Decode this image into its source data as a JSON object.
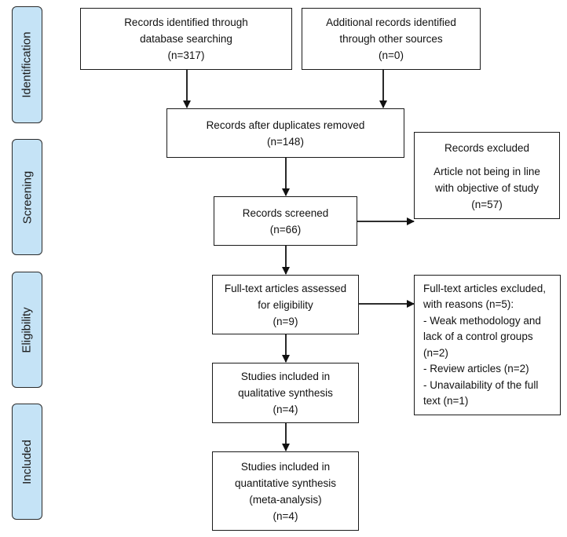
{
  "stages": {
    "identification": "Identification",
    "screening": "Screening",
    "eligibility": "Eligibility",
    "included": "Included"
  },
  "boxes": {
    "database_records": {
      "lines": [
        "Records identified through",
        "database searching",
        "(n=317)"
      ]
    },
    "other_records": {
      "lines": [
        "Additional records identified",
        "through other sources",
        "(n=0)"
      ]
    },
    "deduplicated": {
      "lines": [
        "Records after duplicates removed",
        "(n=148)"
      ]
    },
    "excluded_screening": {
      "title": "Records excluded",
      "lines": [
        "Article not being in line",
        "with objective of study",
        "(n=57)"
      ]
    },
    "screened": {
      "lines": [
        "Records screened",
        "(n=66)"
      ]
    },
    "fulltext_assessed": {
      "lines": [
        "Full-text articles assessed",
        "for eligibility",
        "(n=9)"
      ]
    },
    "fulltext_excluded": {
      "lines": [
        "Full-text articles excluded,",
        "with reasons (n=5):",
        "- Weak methodology and",
        "lack of a control groups",
        "(n=2)",
        "- Review articles (n=2)",
        "- Unavailability of the full",
        "text (n=1)"
      ]
    },
    "qualitative": {
      "lines": [
        "Studies included in",
        "qualitative synthesis",
        "(n=4)"
      ]
    },
    "quantitative": {
      "lines": [
        "Studies included in",
        "quantitative synthesis",
        "(meta-analysis)",
        "(n=4)"
      ]
    }
  }
}
